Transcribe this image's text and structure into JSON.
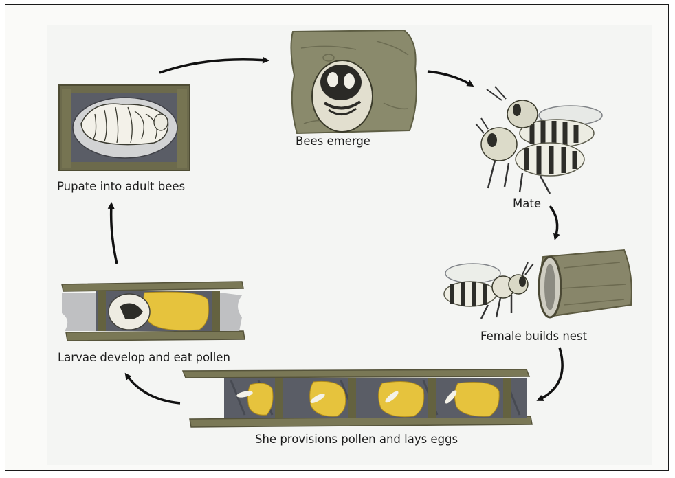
{
  "diagram": {
    "stages": {
      "emerge": "Bees emerge",
      "mate": "Mate",
      "nest": "Female builds nest",
      "provision": "She provisions pollen and lays eggs",
      "larvae": "Larvae develop and eat pollen",
      "pupate": "Pupate into adult bees"
    }
  },
  "colors": {
    "wood": "#7d7a4e",
    "wood_dark": "#54522f",
    "pollen": "#e8c23a",
    "cell_bg": "#5d6068",
    "larva": "#f3f1e6",
    "arrow": "#111111"
  }
}
